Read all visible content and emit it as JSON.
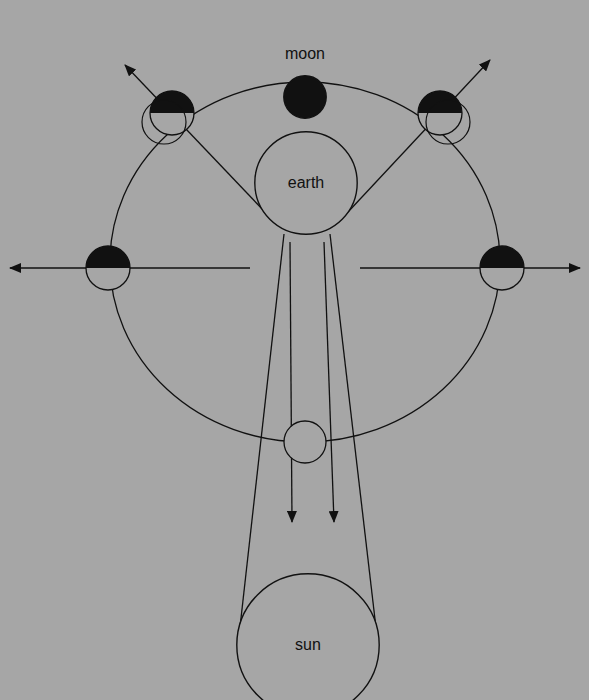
{
  "diagram": {
    "nodes": [
      {
        "text": [
          "moon"
        ]
      },
      {
        "text": [
          "earth"
        ]
      },
      {
        "text": [
          "sun"
        ]
      }
    ]
  }
}
